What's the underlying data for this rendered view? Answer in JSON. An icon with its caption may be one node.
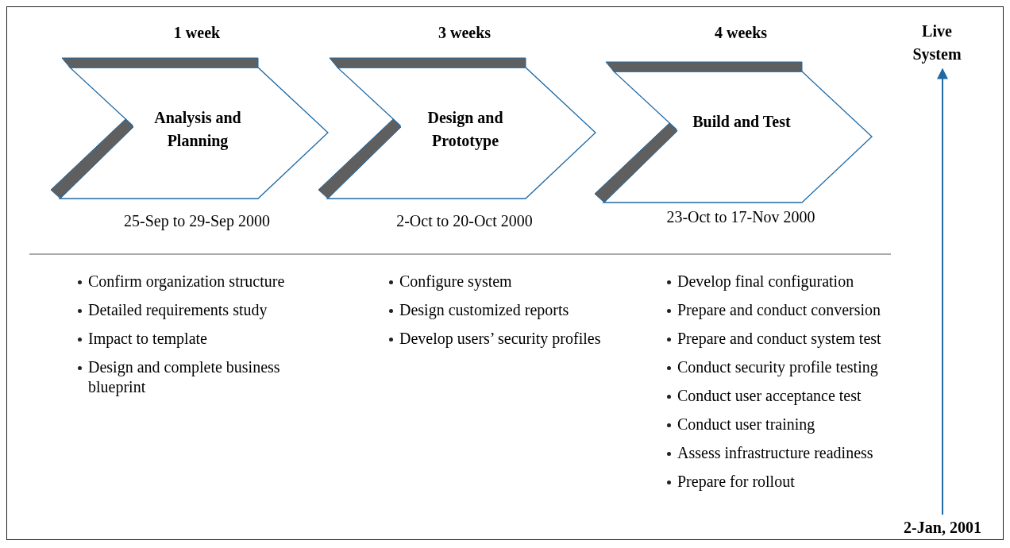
{
  "diagram": {
    "nodes": [
      {
        "text": [
          "Analysis and Planning"
        ],
        "beside": [
          "1 week",
          "25-Sep to 29-Sep 2000"
        ]
      },
      {
        "text": [
          "Design and Prototype"
        ],
        "beside": [
          "3 weeks",
          "2-Oct to 20-Oct 2000"
        ]
      },
      {
        "text": [
          "Build and Test"
        ],
        "beside": [
          "4 weeks",
          "23-Oct to 17-Nov 2000"
        ]
      },
      {
        "text": [
          "Live System"
        ]
      },
      {
        "text": [
          "2-Jan, 2001"
        ]
      }
    ],
    "edges": [
      {
        "from": 4,
        "to": 3,
        "arrow": "to",
        "color": "#1f6aa5"
      }
    ],
    "labels": [
      "Confirm organization structure",
      "Detailed requirements study",
      "Impact to template",
      "Design and complete business blueprint",
      "Configure system",
      "Design customized reports",
      "Develop users’ security profiles",
      "Develop final configuration",
      "Prepare and conduct conversion",
      "Prepare and conduct system test",
      "Conduct security profile testing",
      "Conduct user acceptance test",
      "Conduct user training",
      "Assess infrastructure readiness",
      "Prepare for rollout"
    ]
  }
}
